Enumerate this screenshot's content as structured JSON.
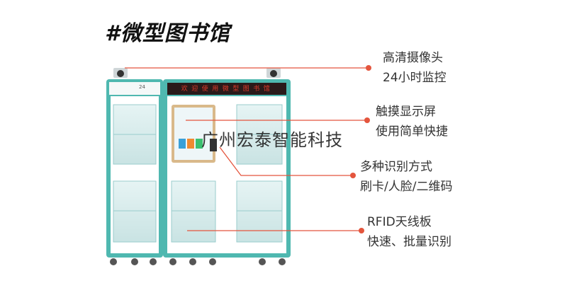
{
  "title": "#微型图书馆",
  "colors": {
    "accent": "#e4553d",
    "frame": "#4fb8b0",
    "glass": "#d6ecec",
    "marquee": "#e03a2a"
  },
  "cabinet": {
    "marquee_text": "欢迎使用微型图书馆",
    "clock_text": "24"
  },
  "callouts": [
    {
      "line1": "高清摄像头",
      "line2": "24小时监控"
    },
    {
      "line1": "触摸显示屏",
      "line2": "使用简单快捷"
    },
    {
      "line1": "多种识别方式",
      "line2": "刷卡/人脸/二维码"
    },
    {
      "line1": "RFID天线板",
      "line2": "快速、批量识别"
    }
  ],
  "watermark": "广州宏泰智能科技"
}
